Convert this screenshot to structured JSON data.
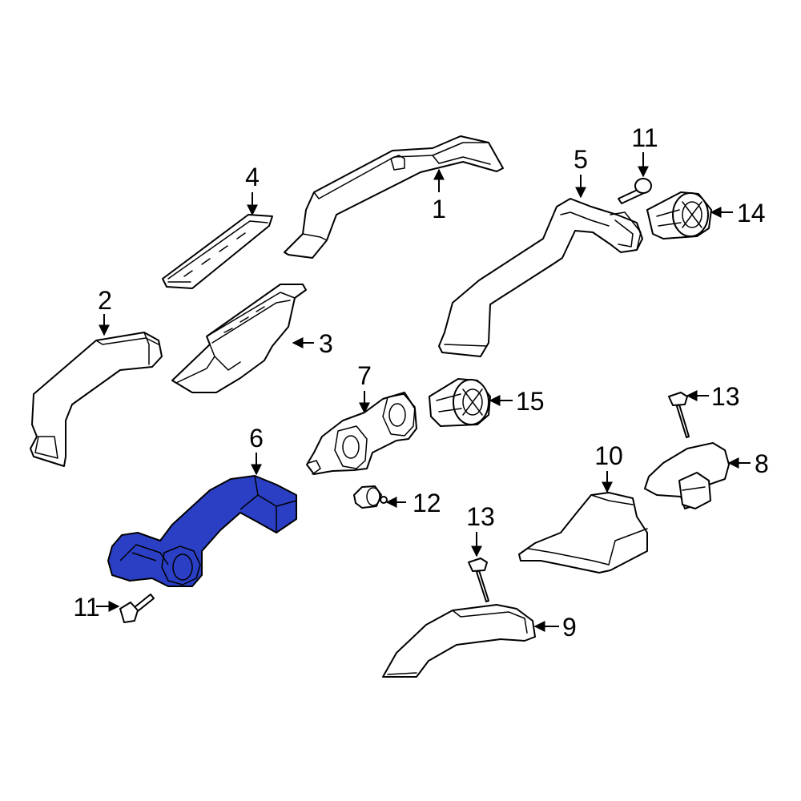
{
  "highlight_color": "#2a3fc4",
  "callouts": {
    "c1": "1",
    "c2": "2",
    "c3": "3",
    "c4": "4",
    "c5": "5",
    "c6": "6",
    "c7": "7",
    "c8": "8",
    "c9": "9",
    "c10": "10",
    "c11a": "11",
    "c11b": "11",
    "c12": "12",
    "c13a": "13",
    "c13b": "13",
    "c14": "14",
    "c15": "15"
  }
}
